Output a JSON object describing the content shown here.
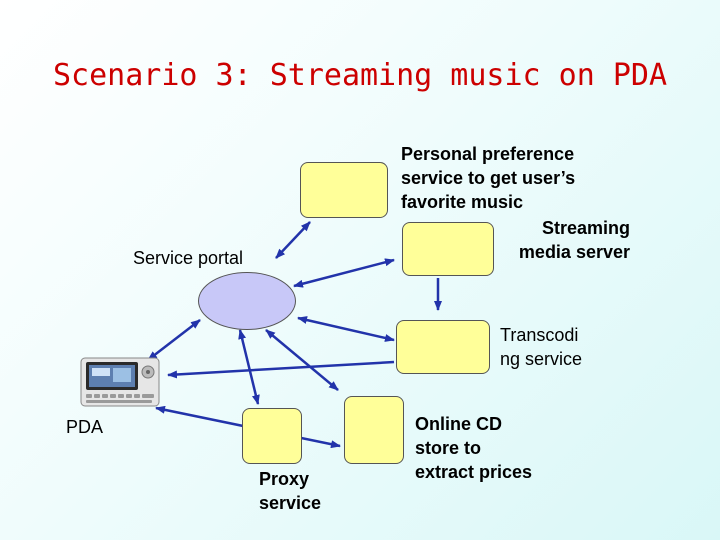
{
  "title": "Scenario 3: Streaming music on PDA",
  "nodes": {
    "personal_preference": {
      "label": "Personal preference\nservice to get user’s\nfavorite music"
    },
    "streaming_media": {
      "label": "Streaming\nmedia server"
    },
    "service_portal": {
      "label": "Service portal"
    },
    "transcoding": {
      "label": "Transcodi\nng service"
    },
    "pda": {
      "label": "PDA"
    },
    "proxy": {
      "label": "Proxy\nservice"
    },
    "online_cd": {
      "label": "Online CD\nstore to\nextract prices"
    }
  },
  "colors": {
    "title": "#cc0000",
    "box_fill": "#ffff99",
    "portal_fill": "#c8c8f8",
    "arrow": "#2233aa"
  }
}
